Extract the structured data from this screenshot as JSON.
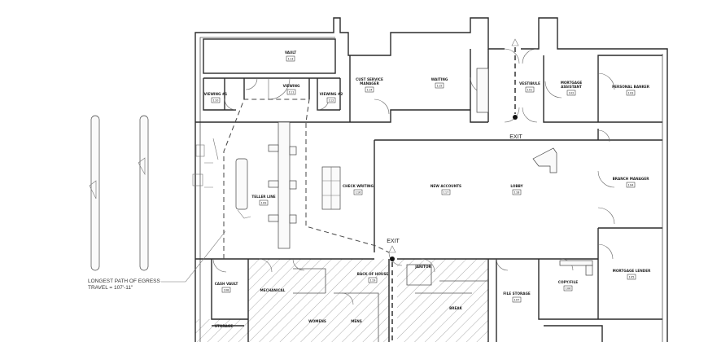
{
  "rooms": [
    {
      "id": "vault",
      "name": "VAULT",
      "number": "113"
    },
    {
      "id": "viewing-1",
      "name": "VIEWING #1",
      "number": "110"
    },
    {
      "id": "viewing",
      "name": "VIEWING",
      "number": "111"
    },
    {
      "id": "viewing-2",
      "name": "VIEWING #2",
      "number": "112"
    },
    {
      "id": "cust-service",
      "name": "CUST SERVICE MANAGER",
      "number": "114"
    },
    {
      "id": "waiting",
      "name": "WAITING",
      "number": "115"
    },
    {
      "id": "vestibule",
      "name": "VESTIBULE",
      "number": "101"
    },
    {
      "id": "mortgage-assistant",
      "name": "MORTGAGE ASSISTANT",
      "number": "102"
    },
    {
      "id": "personal-banker",
      "name": "PERSONAL BANKER",
      "number": "103"
    },
    {
      "id": "teller-line",
      "name": "TELLER LINE",
      "number": "109"
    },
    {
      "id": "check-writing",
      "name": "CHECK WRITING",
      "number": "116"
    },
    {
      "id": "new-accounts",
      "name": "NEW ACCOUNTS",
      "number": "117"
    },
    {
      "id": "lobby",
      "name": "LOBBY",
      "number": "118"
    },
    {
      "id": "branch-manager",
      "name": "BRANCH MANAGER",
      "number": "104"
    },
    {
      "id": "cash-vault",
      "name": "CASH VAULT",
      "number": "108"
    },
    {
      "id": "mechanical",
      "name": "MECHANICAL",
      "number": ""
    },
    {
      "id": "back-of-house",
      "name": "BACK OF HOUSE",
      "number": "119"
    },
    {
      "id": "janitor",
      "name": "JANITOR",
      "number": ""
    },
    {
      "id": "file-storage",
      "name": "FILE STORAGE",
      "number": "107"
    },
    {
      "id": "copy-file",
      "name": "COPY/FILE",
      "number": "106"
    },
    {
      "id": "mortgage-lender",
      "name": "MORTGAGE LENDER",
      "number": "105"
    },
    {
      "id": "womens",
      "name": "WOMENS",
      "number": ""
    },
    {
      "id": "mens",
      "name": "MENS",
      "number": ""
    },
    {
      "id": "break",
      "name": "BREAK",
      "number": ""
    },
    {
      "id": "storage",
      "name": "STORAGE",
      "number": ""
    }
  ],
  "exits": [
    {
      "id": "exit-north",
      "label": "EXIT"
    },
    {
      "id": "exit-south",
      "label": "EXIT"
    }
  ],
  "egress_note": {
    "line1": "LONGEST PATH OF EGRESS",
    "line2": "TRAVEL = 107'-11\""
  }
}
